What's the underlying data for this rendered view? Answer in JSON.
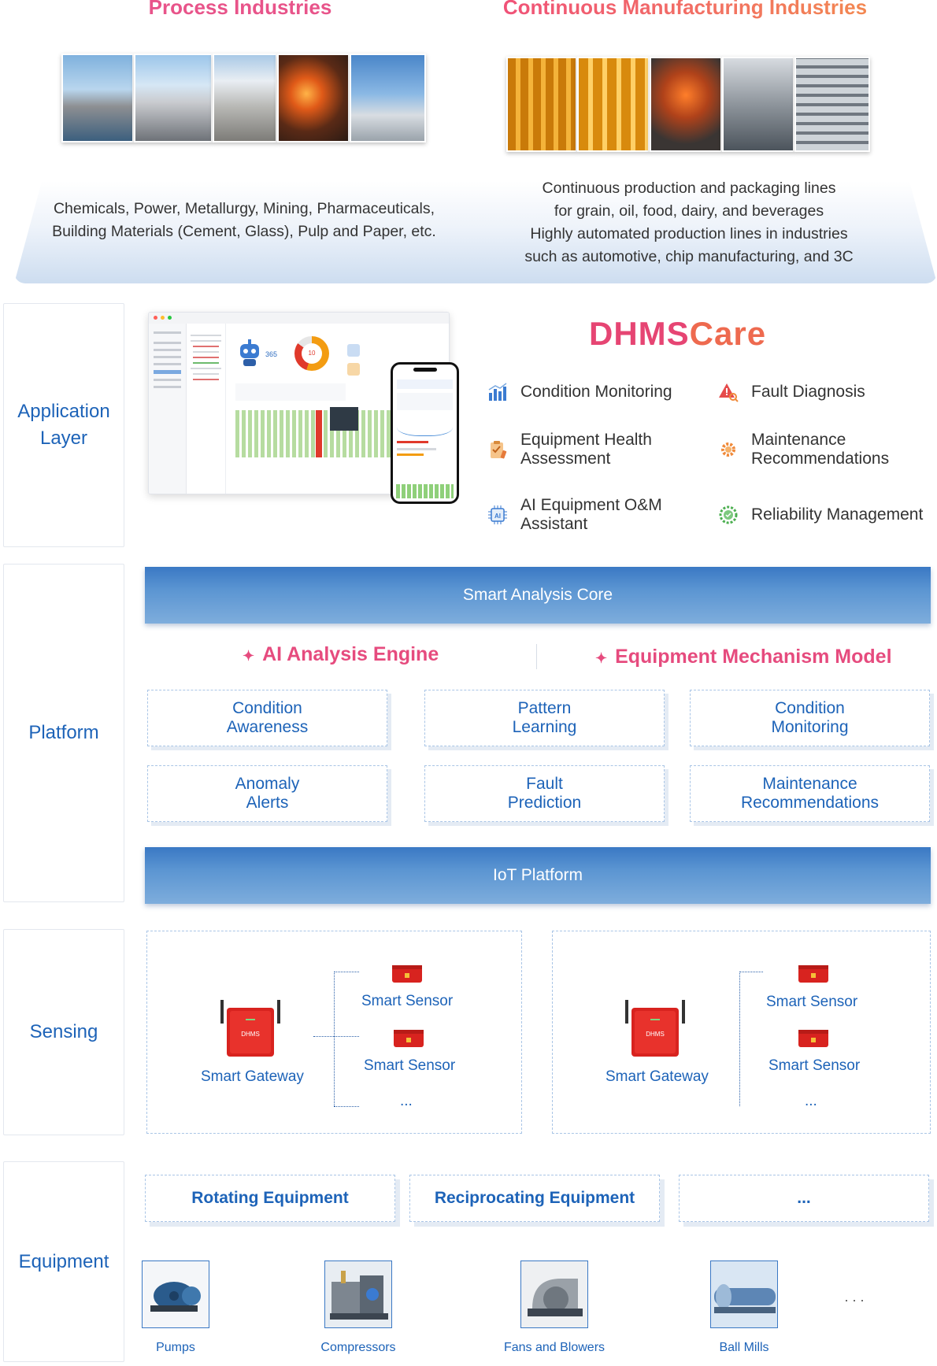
{
  "industries": {
    "process_title": "Process Industries",
    "continuous_title": "Continuous Manufacturing Industries",
    "process_desc": [
      "Chemicals, Power, Metallurgy, Mining, Pharmaceuticals,",
      "Building Materials (Cement, Glass), Pulp and Paper, etc."
    ],
    "continuous_desc": [
      "Continuous production and packaging lines",
      "for grain, oil, food, dairy, and beverages",
      "Highly automated production lines in industries",
      "such as automotive, chip manufacturing, and 3C"
    ]
  },
  "layers": {
    "application": [
      "Application",
      "Layer"
    ],
    "platform": "Platform",
    "sensing": "Sensing",
    "equipment": "Equipment"
  },
  "application": {
    "logo_left": "DHMS",
    "logo_right": "Care",
    "dash_stat": "365",
    "dash_ring": "10",
    "features": [
      {
        "label": [
          "Condition Monitoring"
        ],
        "icon": "bar-chart-icon"
      },
      {
        "label": [
          "Fault Diagnosis"
        ],
        "icon": "warning-search-icon"
      },
      {
        "label": [
          "Equipment Health",
          "Assessment"
        ],
        "icon": "clipboard-icon"
      },
      {
        "label": [
          "Maintenance",
          "Recommendations"
        ],
        "icon": "gear-icon"
      },
      {
        "label": [
          "AI Equipment O&M",
          "Assistant"
        ],
        "icon": "ai-chip-icon"
      },
      {
        "label": [
          "Reliability Management"
        ],
        "icon": "shield-gear-icon"
      }
    ]
  },
  "platform": {
    "core": "Smart Analysis Core",
    "ai_engine": "AI Analysis Engine",
    "mechanism": "Equipment Mechanism Model",
    "spark": "✦",
    "cells": [
      [
        "Condition",
        "Awareness"
      ],
      [
        "Pattern",
        "Learning"
      ],
      [
        "Condition",
        "Monitoring"
      ],
      [
        "Anomaly",
        "Alerts"
      ],
      [
        "Fault",
        "Prediction"
      ],
      [
        "Maintenance",
        "Recommendations"
      ]
    ],
    "iot": "IoT Platform"
  },
  "sensing": {
    "gateway": "Smart Gateway",
    "sensor": "Smart Sensor",
    "more": "...",
    "gateway_brand": "DHMS"
  },
  "equipment": {
    "categories": [
      "Rotating Equipment",
      "Reciprocating Equipment",
      "..."
    ],
    "items": [
      "Pumps",
      "Compressors",
      "Fans and Blowers",
      "Ball Mills"
    ],
    "more": ". . ."
  },
  "colors": {
    "accent_blue": "#1d63b8",
    "accent_pink": "#e64b7e",
    "bar_blue": "#3a78c4",
    "device_red": "#d8231f"
  }
}
